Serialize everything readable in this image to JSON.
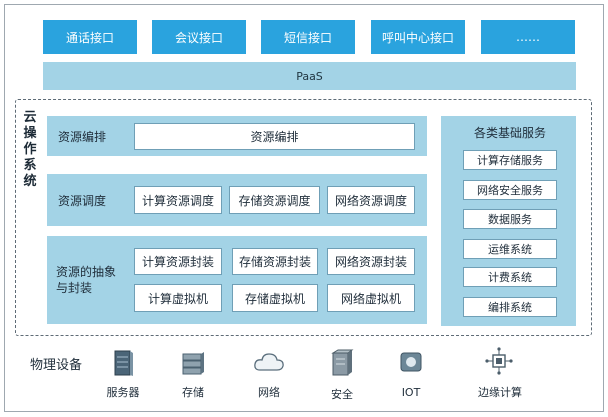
{
  "interfaces": [
    "通话接口",
    "会议接口",
    "短信接口",
    "呼叫中心接口",
    "……"
  ],
  "paas": "PaaS",
  "cloud_os": {
    "title_chars": [
      "云",
      "操",
      "作",
      "系",
      "统"
    ],
    "rows": {
      "orchestration": {
        "label": "资源编排",
        "cells": [
          "资源编排"
        ]
      },
      "scheduling": {
        "label": "资源调度",
        "cells": [
          "计算资源调度",
          "存储资源调度",
          "网络资源调度"
        ]
      },
      "abstraction": {
        "label_lines": [
          "资源的抽象",
          "与封装"
        ],
        "cells": [
          "计算资源封装",
          "存储资源封装",
          "网络资源封装",
          "计算虚拟机",
          "存储虚拟机",
          "网络虚拟机"
        ]
      }
    },
    "services": {
      "title": "各类基础服务",
      "items": [
        "计算存储服务",
        "网络安全服务",
        "数据服务",
        "运维系统",
        "计费系统",
        "编排系统"
      ]
    }
  },
  "physical": {
    "label": "物理设备",
    "devices": [
      {
        "label": "服务器",
        "icon": "server-icon"
      },
      {
        "label": "存储",
        "icon": "storage-icon"
      },
      {
        "label": "网络",
        "icon": "cloud-network-icon"
      },
      {
        "label": "安全",
        "icon": "security-device-icon"
      },
      {
        "label": "IOT",
        "icon": "iot-icon"
      },
      {
        "label": "边缘计算",
        "icon": "edge-computing-icon"
      }
    ]
  },
  "colors": {
    "interface_blue": "#2aa3de",
    "band_blue": "#a3d3e6",
    "cell_border": "#6f9fb6",
    "dashed_border": "#5e6b76"
  }
}
